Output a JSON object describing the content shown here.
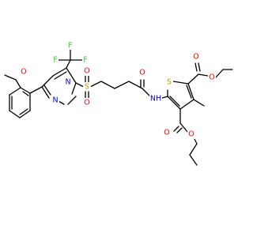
{
  "atom_labels": {
    "o_methoxy": "O",
    "f_top": "F",
    "f_left": "F",
    "f_right": "F",
    "n_pyr_right": "N",
    "n_pyr_bottom": "N",
    "s_sulfonyl": "S",
    "o_sulfonyl_top": "O",
    "o_sulfonyl_bottom": "O",
    "o_amide": "O",
    "nh_amide": "NH",
    "s_thiophene": "S",
    "o_ester_top_carbonyl": "O",
    "o_ester_top_ether": "O",
    "o_ester_bottom_ether": "O",
    "o_ester_bottom_carbonyl": "O"
  },
  "colors": {
    "bond": "#000000",
    "oxygen": "#ff0000",
    "nitrogen": "#0000ff",
    "sulfur": "#b8a000",
    "fluorine": "#33cc33"
  }
}
